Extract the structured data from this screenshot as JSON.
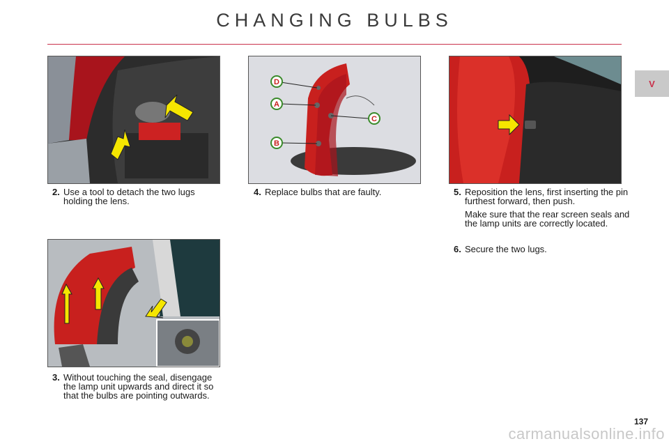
{
  "page": {
    "title": "CHANGING BULBS",
    "chapter": "V",
    "page_number": "137",
    "watermark": "carmanualsonline.info"
  },
  "steps": [
    {
      "number": "2.",
      "text": "Use a tool to detach the two lugs holding the lens."
    },
    {
      "number": "3.",
      "text": "Without touching the seal, disengage the lamp unit upwards and direct it so that the bulbs are pointing outwards."
    },
    {
      "number": "4.",
      "text": "Replace bulbs that are faulty."
    },
    {
      "number": "5.",
      "text": "Reposition the lens, first inserting the pin furthest forward, then push.",
      "note": "Make sure that the rear screen seals and the lamp units are correctly located."
    },
    {
      "number": "6.",
      "text": "Secure the two lugs."
    }
  ],
  "diagram_labels": [
    "D",
    "A",
    "C",
    "B"
  ],
  "colors": {
    "accent": "#c9304a",
    "arrow": "#f5e600",
    "lamp_red": "#c8201e",
    "label_green": "#3a8a2a"
  }
}
